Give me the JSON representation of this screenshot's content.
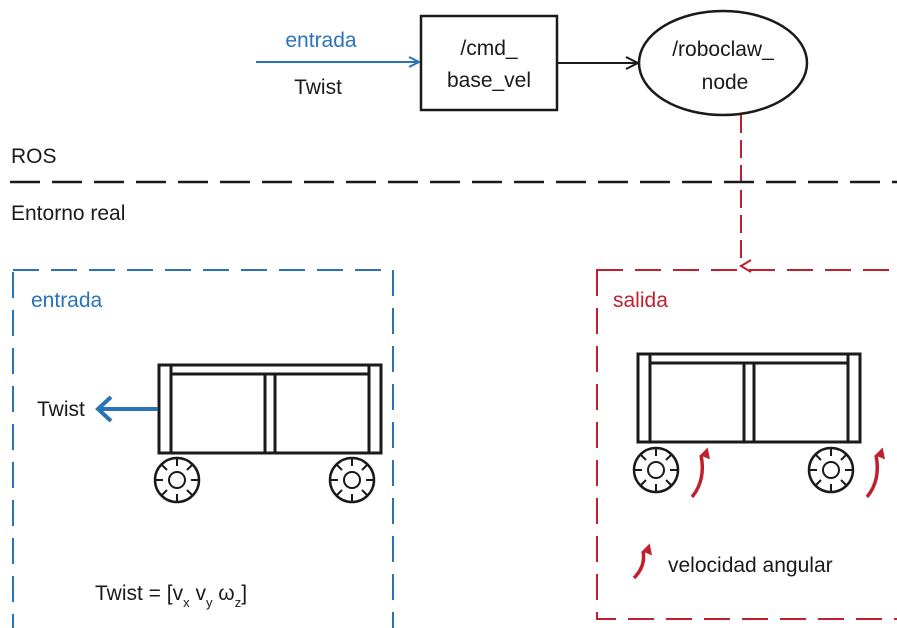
{
  "labels": {
    "input_arrow_top": "entrada",
    "input_arrow_bottom": "Twist",
    "topic_line1": "/cmd_",
    "topic_line2": "base_vel",
    "node_line1": "/roboclaw_",
    "node_line2": "node",
    "ros": "ROS",
    "real_env": "Entorno real",
    "left_panel_title": "entrada",
    "left_twist": "Twist",
    "formula": {
      "prefix": "Twist = [v",
      "sub_x": "x",
      "v2": " v",
      "sub_y": "y",
      "omega": " ω",
      "sub_z": "z",
      "suffix": "]"
    },
    "right_panel_title": "salida",
    "legend_text": "velocidad angular"
  },
  "colors": {
    "blue": "#2a73b8",
    "red": "#c0202e",
    "black": "#1a1a1a"
  },
  "icons": {
    "wheel": "wheel-icon",
    "rotation": "rotation-arrow-icon"
  }
}
